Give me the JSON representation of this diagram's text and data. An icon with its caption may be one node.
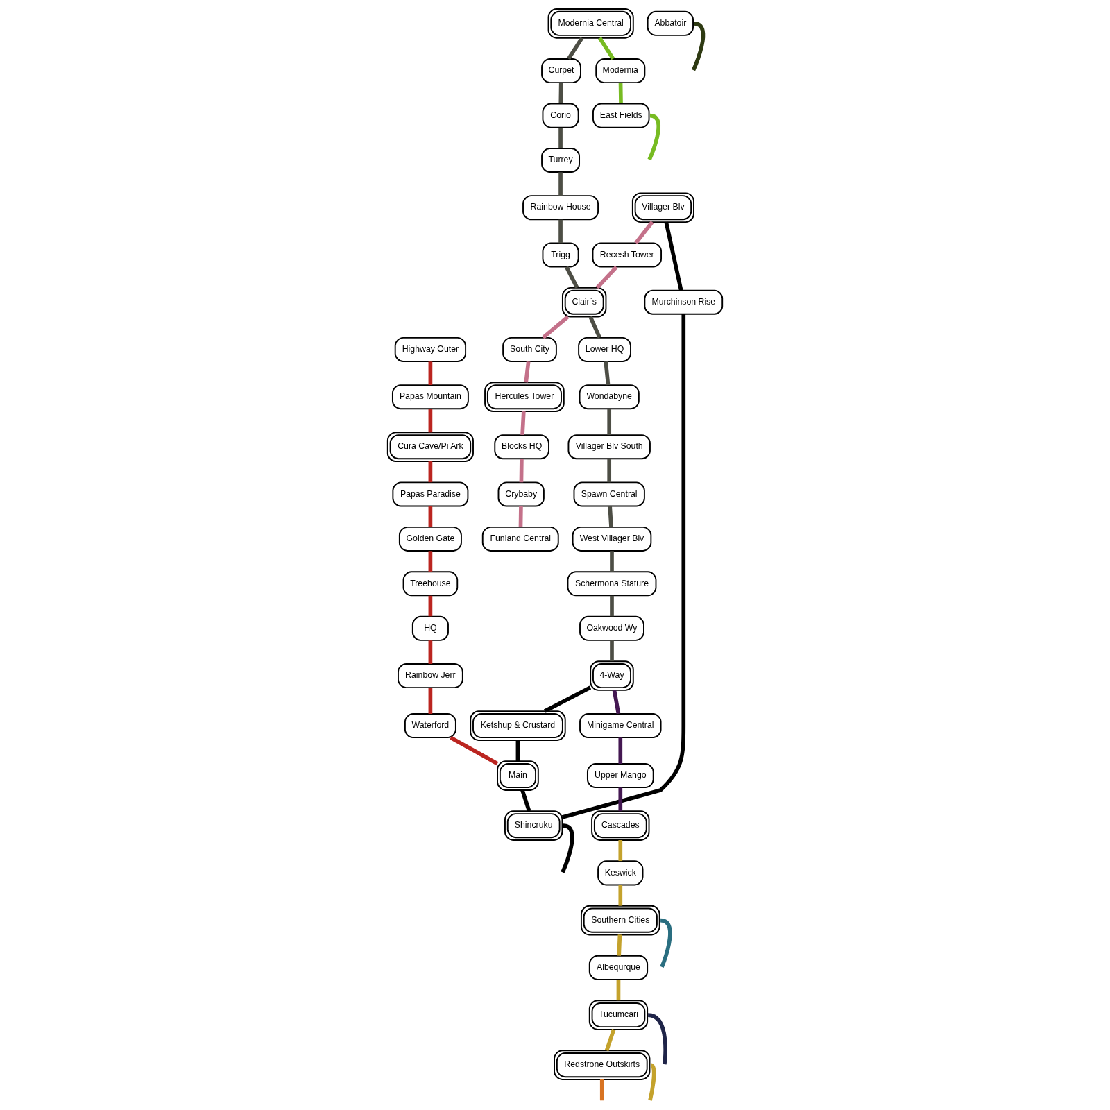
{
  "diagram": {
    "nodes": [
      {
        "text": [
          "Modernia Central"
        ]
      },
      {
        "text": [
          "Curpet"
        ]
      },
      {
        "text": [
          "Corio"
        ]
      },
      {
        "text": [
          "Turrey"
        ]
      },
      {
        "text": [
          "Highway Outer"
        ]
      },
      {
        "text": [
          "Modernia"
        ]
      },
      {
        "text": [
          "Rainbow House"
        ]
      },
      {
        "text": [
          "Papas Mountain"
        ]
      },
      {
        "text": [
          "East Fields"
        ]
      },
      {
        "text": [
          "Abbatoir"
        ]
      },
      {
        "text": [
          "Cura Cave/Pi Ark"
        ]
      },
      {
        "text": [
          "Recesh Tower"
        ]
      },
      {
        "text": [
          "Villager Blv"
        ]
      },
      {
        "text": [
          "Trigg"
        ]
      },
      {
        "text": [
          "Clair`s"
        ]
      },
      {
        "text": [
          "Murchinson Rise"
        ]
      },
      {
        "text": [
          "South City"
        ]
      },
      {
        "text": [
          "Papas Paradise"
        ]
      },
      {
        "text": [
          "Lower HQ"
        ]
      },
      {
        "text": [
          "Spawn Central"
        ]
      },
      {
        "text": [
          "Wondabyne"
        ]
      },
      {
        "text": [
          "West Villager Blv"
        ]
      },
      {
        "text": [
          "Hercules Tower"
        ]
      },
      {
        "text": [
          "Golden Gate"
        ]
      },
      {
        "text": [
          "Villager Blv South"
        ]
      },
      {
        "text": [
          "Treehouse"
        ]
      },
      {
        "text": [
          "Schermona Stature"
        ]
      },
      {
        "text": [
          "Rainbow Jerr"
        ]
      },
      {
        "text": [
          "HQ"
        ]
      },
      {
        "text": [
          "Blocks HQ"
        ]
      },
      {
        "text": [
          "Oakwood Wy"
        ]
      },
      {
        "text": [
          "Waterford"
        ]
      },
      {
        "text": [
          "Crybaby"
        ]
      },
      {
        "text": [
          "Funland Central"
        ]
      },
      {
        "text": [
          "4-Way"
        ]
      },
      {
        "text": [
          "Ketshup & Crustard"
        ]
      },
      {
        "text": [
          "Main"
        ]
      },
      {
        "text": [
          "Shincruku"
        ]
      },
      {
        "text": [
          "Minigame Central"
        ]
      },
      {
        "text": [
          "Upper Mango"
        ]
      },
      {
        "text": [
          "Cascades"
        ]
      },
      {
        "text": [
          "Keswick"
        ]
      },
      {
        "text": [
          "Southern Cities"
        ]
      },
      {
        "text": [
          "Albequrque"
        ]
      },
      {
        "text": [
          "Tucumcari"
        ]
      },
      {
        "text": [
          "Redstrone Outskirts"
        ]
      }
    ],
    "edges": [
      {
        "from": 0,
        "to": 1,
        "arrow": "none",
        "color": "#4d4e45"
      },
      {
        "from": 1,
        "to": 2,
        "arrow": "none",
        "color": "#4d4e45"
      },
      {
        "from": 2,
        "to": 3,
        "arrow": "none",
        "color": "#4d4e45"
      },
      {
        "from": 3,
        "to": 6,
        "arrow": "none",
        "color": "#4d4e45"
      },
      {
        "from": 6,
        "to": 13,
        "arrow": "none",
        "color": "#4d4e45"
      },
      {
        "from": 13,
        "to": 14,
        "arrow": "none",
        "color": "#4d4e45"
      },
      {
        "from": 14,
        "to": 18,
        "arrow": "none",
        "color": "#4d4e45"
      },
      {
        "from": 18,
        "to": 20,
        "arrow": "none",
        "color": "#4d4e45"
      },
      {
        "from": 20,
        "to": 24,
        "arrow": "none",
        "color": "#4d4e45"
      },
      {
        "from": 24,
        "to": 19,
        "arrow": "none",
        "color": "#4d4e45"
      },
      {
        "from": 19,
        "to": 21,
        "arrow": "none",
        "color": "#4d4e45"
      },
      {
        "from": 21,
        "to": 26,
        "arrow": "none",
        "color": "#4d4e45"
      },
      {
        "from": 26,
        "to": 30,
        "arrow": "none",
        "color": "#4d4e45"
      },
      {
        "from": 30,
        "to": 34,
        "arrow": "none",
        "color": "#4d4e45"
      },
      {
        "from": 0,
        "to": 5,
        "arrow": "none",
        "color": "#77bb22"
      },
      {
        "from": 5,
        "to": 8,
        "arrow": "none",
        "color": "#77bb22"
      },
      {
        "from": 8,
        "to": null,
        "arrow": "none",
        "color": "#77bb22"
      },
      {
        "from": 9,
        "to": null,
        "arrow": "none",
        "color": "#2e3a12"
      },
      {
        "from": 12,
        "to": 15,
        "arrow": "none",
        "color": "#000000"
      },
      {
        "from": 15,
        "to": 37,
        "arrow": "none",
        "color": "#000000"
      },
      {
        "from": 34,
        "to": 35,
        "arrow": "none",
        "color": "#000000"
      },
      {
        "from": 35,
        "to": 36,
        "arrow": "none",
        "color": "#000000"
      },
      {
        "from": 36,
        "to": 37,
        "arrow": "none",
        "color": "#000000"
      },
      {
        "from": 37,
        "to": null,
        "arrow": "none",
        "color": "#000000"
      },
      {
        "from": 12,
        "to": 11,
        "arrow": "none",
        "color": "#c4718a"
      },
      {
        "from": 11,
        "to": 14,
        "arrow": "none",
        "color": "#c4718a"
      },
      {
        "from": 14,
        "to": 16,
        "arrow": "none",
        "color": "#c4718a"
      },
      {
        "from": 16,
        "to": 22,
        "arrow": "none",
        "color": "#c4718a"
      },
      {
        "from": 22,
        "to": 29,
        "arrow": "none",
        "color": "#c4718a"
      },
      {
        "from": 29,
        "to": 32,
        "arrow": "none",
        "color": "#c4718a"
      },
      {
        "from": 32,
        "to": 33,
        "arrow": "none",
        "color": "#c4718a"
      },
      {
        "from": 4,
        "to": 7,
        "arrow": "none",
        "color": "#bb2520"
      },
      {
        "from": 7,
        "to": 10,
        "arrow": "none",
        "color": "#bb2520"
      },
      {
        "from": 10,
        "to": 17,
        "arrow": "none",
        "color": "#bb2520"
      },
      {
        "from": 17,
        "to": 23,
        "arrow": "none",
        "color": "#bb2520"
      },
      {
        "from": 23,
        "to": 25,
        "arrow": "none",
        "color": "#bb2520"
      },
      {
        "from": 25,
        "to": 28,
        "arrow": "none",
        "color": "#bb2520"
      },
      {
        "from": 28,
        "to": 27,
        "arrow": "none",
        "color": "#bb2520"
      },
      {
        "from": 27,
        "to": 31,
        "arrow": "none",
        "color": "#bb2520"
      },
      {
        "from": 31,
        "to": 36,
        "arrow": "none",
        "color": "#bb2520"
      },
      {
        "from": 34,
        "to": 38,
        "arrow": "none",
        "color": "#441852"
      },
      {
        "from": 38,
        "to": 39,
        "arrow": "none",
        "color": "#441852"
      },
      {
        "from": 39,
        "to": 40,
        "arrow": "none",
        "color": "#441852"
      },
      {
        "from": 40,
        "to": 41,
        "arrow": "none",
        "color": "#c4a22c"
      },
      {
        "from": 41,
        "to": 42,
        "arrow": "none",
        "color": "#c4a22c"
      },
      {
        "from": 42,
        "to": 43,
        "arrow": "none",
        "color": "#c4a22c"
      },
      {
        "from": 43,
        "to": 44,
        "arrow": "none",
        "color": "#c4a22c"
      },
      {
        "from": 44,
        "to": 45,
        "arrow": "none",
        "color": "#c4a22c"
      },
      {
        "from": 45,
        "to": null,
        "arrow": "none",
        "color": "#c4a22c"
      },
      {
        "from": 42,
        "to": null,
        "arrow": "none",
        "color": "#2a6e80"
      },
      {
        "from": 44,
        "to": null,
        "arrow": "none",
        "color": "#1f2448"
      },
      {
        "from": 45,
        "to": null,
        "arrow": "none",
        "color": "#d87322"
      }
    ]
  }
}
